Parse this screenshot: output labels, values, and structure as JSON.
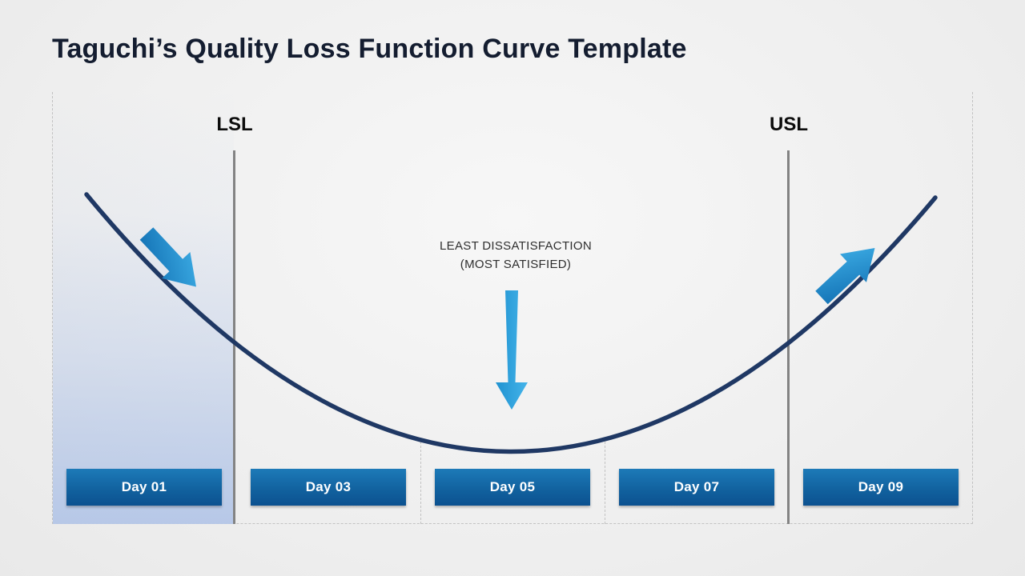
{
  "slide": {
    "title": "Taguchi’s Quality Loss Function Curve Template"
  },
  "limits": {
    "lower_label": "LSL",
    "upper_label": "USL"
  },
  "annotation": {
    "line1": "LEAST DISSATISFACTION",
    "line2": "(MOST SATISFIED)"
  },
  "days": [
    "Day 01",
    "Day 03",
    "Day 05",
    "Day 07",
    "Day 09"
  ],
  "colors": {
    "curve": "#1f3864",
    "arrow_blue_dark": "#0f6cb0",
    "arrow_blue_light": "#41b3ea",
    "button_gradient_top": "#1d7ab8",
    "button_gradient_bottom": "#0c5190",
    "shaded_region": "#b4c6e7",
    "limit_line": "#838383",
    "dashed_border": "#c2c2c2"
  },
  "chart_data": {
    "type": "line",
    "description": "Taguchi quality loss function U-shaped curve; loss is minimal at the target (Day 05) and increases toward the specification limits",
    "x_categories": [
      "Day 01",
      "Day 03",
      "Day 05",
      "Day 07",
      "Day 09"
    ],
    "minimum_at": "Day 05",
    "limits": {
      "LSL_position": "boundary between Day 01 and Day 03 segments",
      "USL_position": "boundary between Day 07 and Day 09 segments"
    },
    "annotations": [
      "LEAST DISSATISFACTION (MOST SATISFIED) pointing to curve minimum"
    ]
  }
}
